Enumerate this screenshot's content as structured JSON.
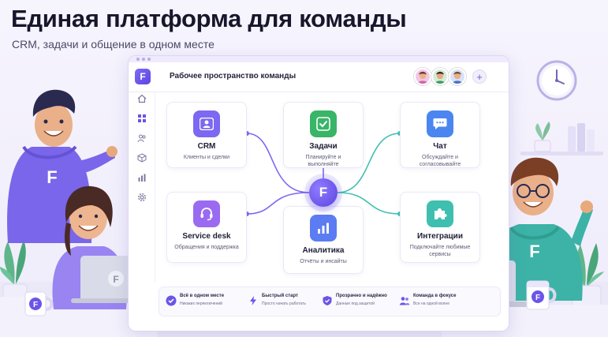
{
  "hero": {
    "title": "Единая платформа для команды",
    "subtitle": "CRM, задачи и общение в одном месте"
  },
  "app": {
    "logo_letter": "F",
    "workspace_title": "Рабочее пространство команды",
    "add_member_label": "+",
    "sidebar_icons": [
      "home-icon",
      "grid-icon",
      "users-icon",
      "box-icon",
      "chart-icon",
      "settings-icon"
    ],
    "hub_letter": "F",
    "cards": [
      {
        "id": "crm",
        "title": "CRM",
        "desc": "Клиенты и сделки",
        "icon": "contact-card-icon",
        "color": "#7c68f2"
      },
      {
        "id": "tasks",
        "title": "Задачи",
        "desc": "Планируйте и выполняйте",
        "icon": "checkbox-icon",
        "color": "#38b567"
      },
      {
        "id": "chat",
        "title": "Чат",
        "desc": "Обсуждайте и согласовывайте",
        "icon": "chat-bubble-icon",
        "color": "#4b86f0"
      },
      {
        "id": "service",
        "title": "Service desk",
        "desc": "Обращения и поддержка",
        "icon": "headset-icon",
        "color": "#9a6bf0"
      },
      {
        "id": "analytics",
        "title": "Аналитика",
        "desc": "Отчёты и инсайты",
        "icon": "bar-chart-icon",
        "color": "#5b7cf2"
      },
      {
        "id": "integrations",
        "title": "Интеграции",
        "desc": "Подключайте любимые сервисы",
        "icon": "puzzle-icon",
        "color": "#3fbfb0"
      }
    ],
    "features": [
      {
        "title": "Всё в одном месте",
        "desc": "Никаких переключений",
        "icon": "check-shield-icon"
      },
      {
        "title": "Быстрый старт",
        "desc": "Просто начать работать",
        "icon": "lightning-icon"
      },
      {
        "title": "Прозрачно и надёжно",
        "desc": "Данные под защитой",
        "icon": "shield-icon"
      },
      {
        "title": "Команда в фокусе",
        "desc": "Все на одной волне",
        "icon": "team-icon"
      }
    ]
  },
  "colors": {
    "brand": "#6a55e8",
    "connector_left": "#7c68f2",
    "connector_right": "#3fbfb0"
  },
  "illustration": {
    "hoodie_logo": "F",
    "laptop_logo": "F",
    "mug_logo": "F"
  }
}
